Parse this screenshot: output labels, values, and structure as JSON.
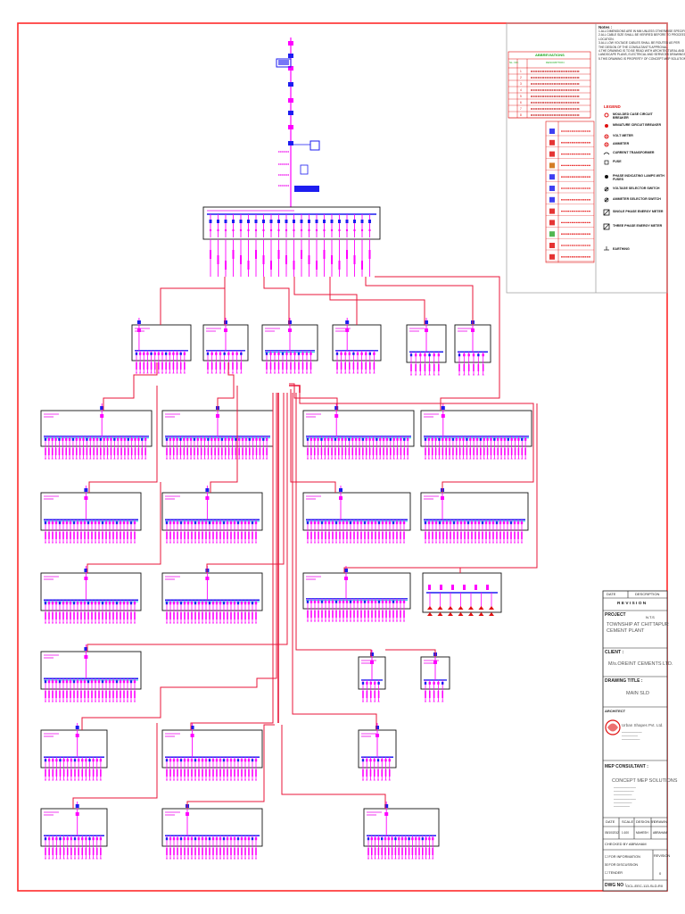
{
  "notes": {
    "heading": "Notes :",
    "lines": [
      "1.ALL DIMENSIONS ARE IN MM UNLESS OTHERWISE SPECIFIED.",
      "2.ALL CABLE SIZE SHALL BE VERIFIED BEFORE TO PROCEED AT",
      "  LOCATION.",
      "3.ALL LOW VOLTAGE CABLES SHALL BE ROUTED AS PER",
      "  THE DESIGN OF THE CONSULTANT'S APPROVAL.",
      "4.THE DRAWING IS TO BE READ WITH ARCHITECTURAL AND",
      "  LANDSCAPE PLANS, ELECTRICAL AND SERVICES DRAWINGS.",
      "5.THIS DRAWING IS PROPERTY OF CONCEPT MEP SOLUTIONS."
    ]
  },
  "abbreviations": {
    "title": "ABBREVIATIONS",
    "col_no": "SL. NO.",
    "col_desc": "DESCRIPTION",
    "rows": [
      "1",
      "2",
      "3",
      "4",
      "5",
      "6",
      "7",
      "8"
    ]
  },
  "legend": {
    "title": "LEGEND",
    "items": [
      "MOULDED CASE CIRCUIT BREAKER",
      "MINIATURE CIRCUIT BREAKER",
      "VOLT METER",
      "AMMETER",
      "CURRENT TRANSFORMER",
      "FUSE",
      "PHASE INDICATING LAMPS WITH FUSES",
      "VOLTAGE SELECTOR SWITCH",
      "AMMETER SELECTOR SWITCH",
      "SINGLE PHASE ENERGY METER",
      "THREE PHASE ENERGY METER",
      "EARTHING"
    ]
  },
  "title_block": {
    "date_label": "DATE",
    "description_label": "DESCRIPTION",
    "revision_label": "R E V I S I O N",
    "project_label": "PROJECT",
    "nts": "N.T.S",
    "project_name_1": "TOWNSHIP AT CHITTAPUR",
    "project_name_2": "CEMENT PLANT",
    "client_label": "CLIENT :",
    "client_name": "M/s.OREINT CEMENTS LTD.",
    "drawing_title_label": "DRAWING TITLE :",
    "drawing_title": "MAIN SLD",
    "architect_label": "ARCHITECT",
    "architect_name": "Urban Shapes Pvt. Ltd.",
    "mep_label": "MEP CONSULTANT :",
    "mep_name": "CONCEPT MEP SOLUTIONS",
    "date_col": "DATE",
    "scale_col": "SCALE",
    "design_by_col": "DESIGN BY",
    "drawn_col": "DRAWN",
    "date_val": "05/10/2012",
    "scale_val": "1:100",
    "design_val": "MAHESH",
    "drawn_val": "ABRAHAM",
    "checked_by": "CHECKED BY ABRAHAM",
    "status_1": "FOR INFORMATION",
    "status_2": "FOR DISCUSSION",
    "status_3": "TENDER",
    "revision_col": "REVISION",
    "revision_val": "0",
    "dwg_no_label": "DWG NO :",
    "dwg_no_val": "OCL-EEC-113-SLD-R0"
  },
  "colors": {
    "border": "#ff2a2a",
    "feeder": "#e8163a",
    "bus": "#1d1df0",
    "device": "#ff00ff",
    "text": "#ee00ee",
    "label_green": "#22cc22",
    "label_text": "#e01010",
    "grey": "#888888"
  }
}
